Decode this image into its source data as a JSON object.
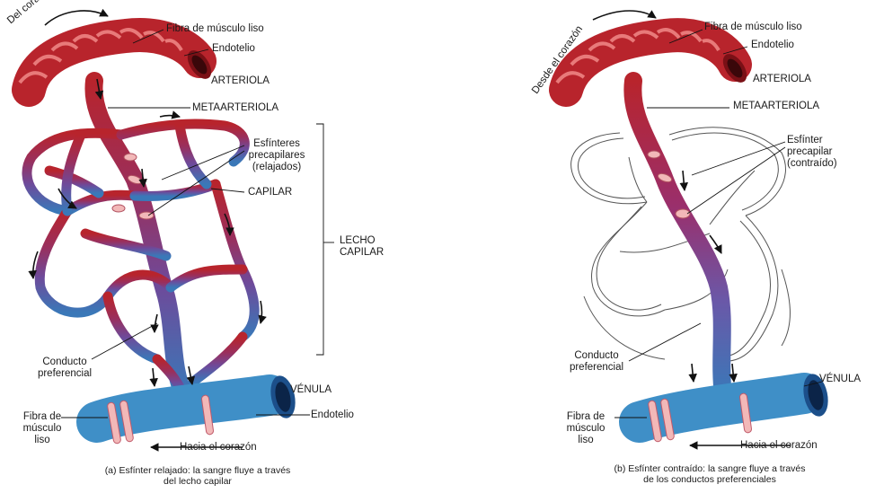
{
  "panel_a": {
    "from_heart": "Del corazón",
    "smooth_muscle_fiber_top": "Fibra de músculo liso",
    "endothelium_top": "Endotelio",
    "arteriole": "ARTERIOLA",
    "metarteriole": "METAARTERIOLA",
    "sphincters_line1": "Esfínteres",
    "sphincters_line2": "precapilares",
    "sphincters_line3": "(relajados)",
    "capillary": "CAPILAR",
    "capillary_bed_line1": "LECHO",
    "capillary_bed_line2": "CAPILAR",
    "thoroughfare_line1": "Conducto",
    "thoroughfare_line2": "preferencial",
    "venule": "VÉNULA",
    "smooth_muscle_bottom_line1": "Fibra de",
    "smooth_muscle_bottom_line2": "músculo",
    "smooth_muscle_bottom_line3": "liso",
    "endothelium_bottom": "Endotelio",
    "to_heart": "Hacia el corazón",
    "caption_line1": "(a) Esfínter relajado: la sangre fluye a través",
    "caption_line2": "del lecho capilar"
  },
  "panel_b": {
    "from_heart": "Desde el corazón",
    "smooth_muscle_fiber_top": "Fibra de músculo liso",
    "endothelium_top": "Endotelio",
    "arteriole": "ARTERIOLA",
    "metarteriole": "METAARTERIOLA",
    "sphincter_line1": "Esfínter",
    "sphincter_line2": "precapilar",
    "sphincter_line3": "(contraído)",
    "thoroughfare_line1": "Conducto",
    "thoroughfare_line2": "preferencial",
    "venule": "VÉNULA",
    "smooth_muscle_bottom_line1": "Fibra de",
    "smooth_muscle_bottom_line2": "músculo",
    "smooth_muscle_bottom_line3": "liso",
    "to_heart": "Hacia el corazón",
    "caption_line1": "(b) Esfínter contraído: la sangre fluye a través",
    "caption_line2": "de los conductos preferenciales"
  },
  "colors": {
    "arterial": "#b8242c",
    "mid": "#8a3a8a",
    "venous": "#3a78b8",
    "venule_fill": "#3f8fc7",
    "muscle_band": "#f2b8b8"
  }
}
